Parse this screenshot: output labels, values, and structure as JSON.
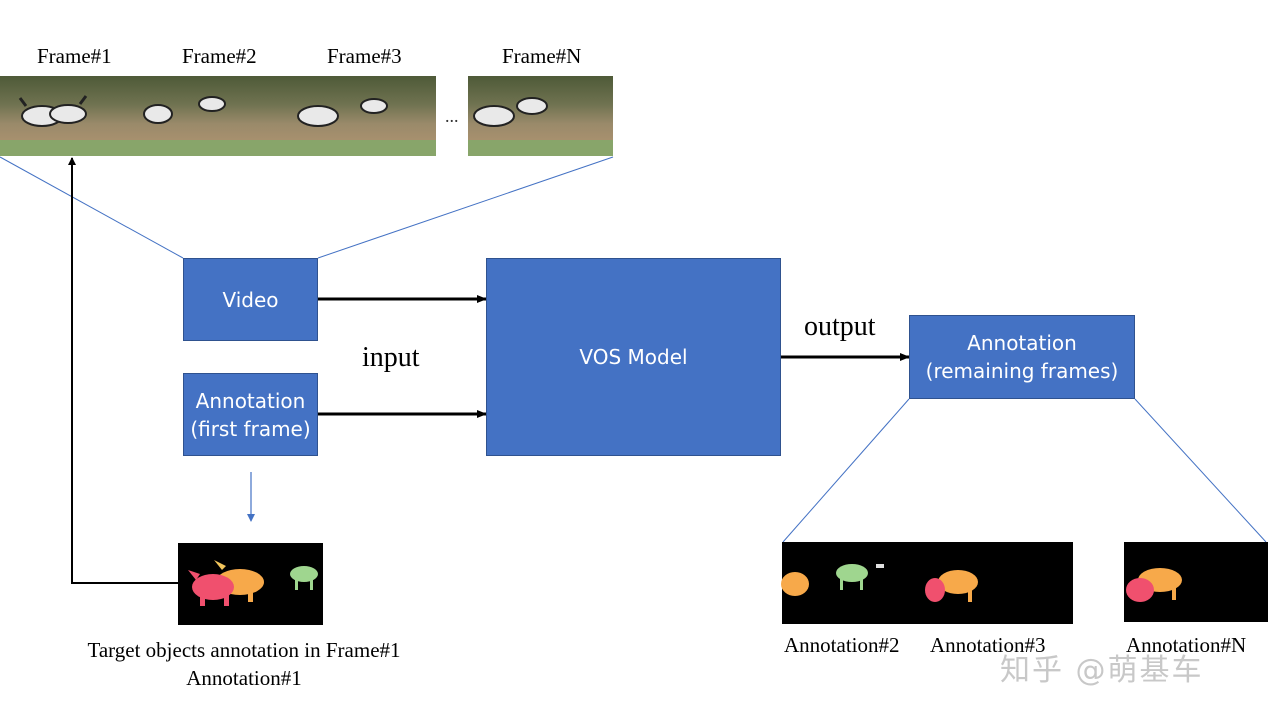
{
  "frames": {
    "labels": [
      "Frame#1",
      "Frame#2",
      "Frame#3",
      "Frame#N"
    ],
    "ellipsis": "..."
  },
  "boxes": {
    "video": "Video",
    "annotation_first": [
      "Annotation",
      "(first frame)"
    ],
    "model": "VOS Model",
    "annotation_remaining": [
      "Annotation",
      "(remaining frames)"
    ]
  },
  "edges": {
    "input": "input",
    "output": "output"
  },
  "captions": {
    "first_line1": "Target objects annotation in Frame#1",
    "first_line2": "Annotation#1",
    "out_labels": [
      "Annotation#2",
      "Annotation#3",
      "Annotation#N"
    ]
  },
  "watermark": "知乎 @萌基车",
  "colors": {
    "box_fill": "#4472c4",
    "box_border": "#2f528f",
    "mask_red": "#f0506e",
    "mask_orange": "#f7a94a",
    "mask_yellow": "#f2c55c",
    "mask_green": "#9fd68f"
  }
}
